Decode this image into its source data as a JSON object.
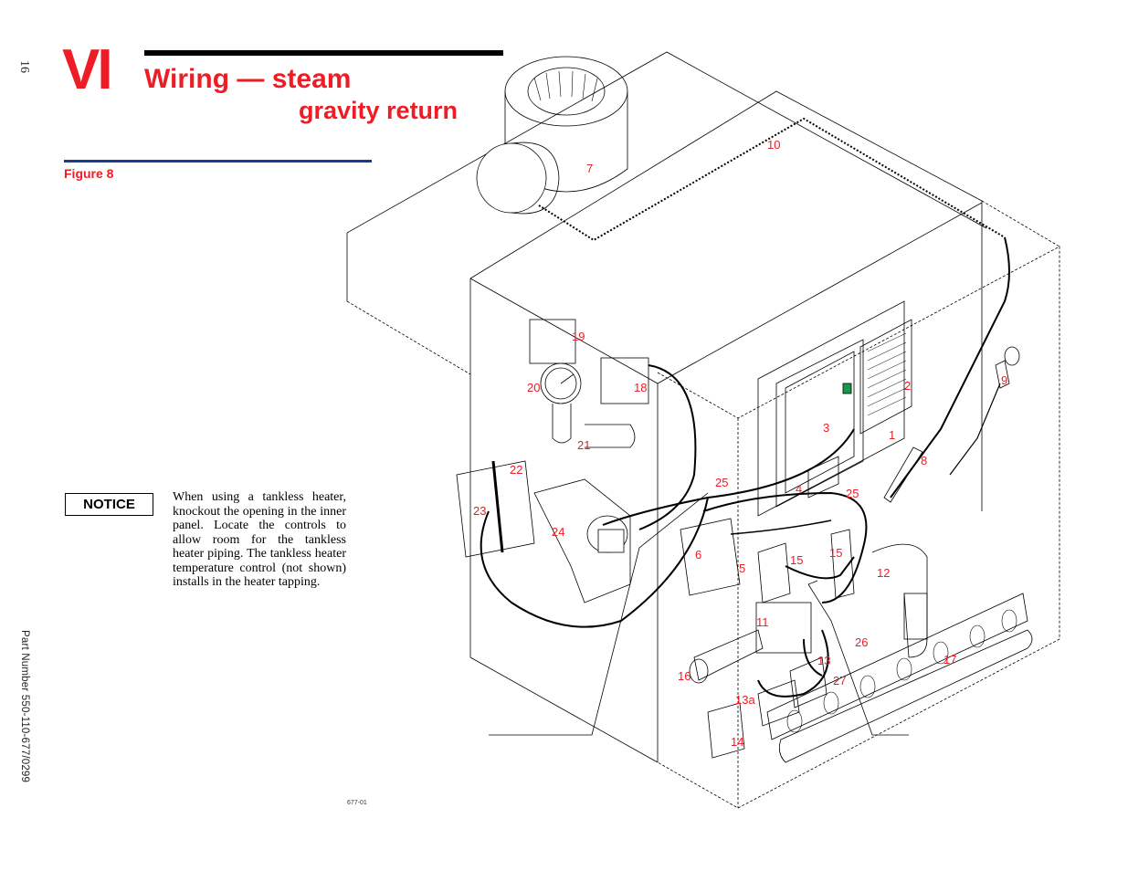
{
  "page": {
    "page_number": "16",
    "part_number": "Part Number 550-110-677/0299"
  },
  "header": {
    "section_numeral": "VI",
    "title_line1": "Wiring —  steam",
    "title_line2": "gravity return",
    "figure_label": "Figure 8"
  },
  "notice": {
    "label": "NOTICE",
    "text": "When using a tankless heater, knockout the opening in the inner panel. Locate the controls to allow room for the tankless heater piping. The tankless heater temperature control (not shown) installs in the heater tapping."
  },
  "figure": {
    "code": "677-01",
    "callouts": [
      "7",
      "10",
      "19",
      "20",
      "18",
      "21",
      "22",
      "23",
      "24",
      "25",
      "6",
      "5",
      "15",
      "15",
      "12",
      "11",
      "16",
      "13",
      "26",
      "27",
      "13a",
      "14",
      "17",
      "3",
      "4",
      "25",
      "1",
      "2",
      "8",
      "9"
    ]
  },
  "colors": {
    "accent_red": "#ee1c25",
    "rule_blue": "#1b3a8c",
    "line": "#000000"
  }
}
